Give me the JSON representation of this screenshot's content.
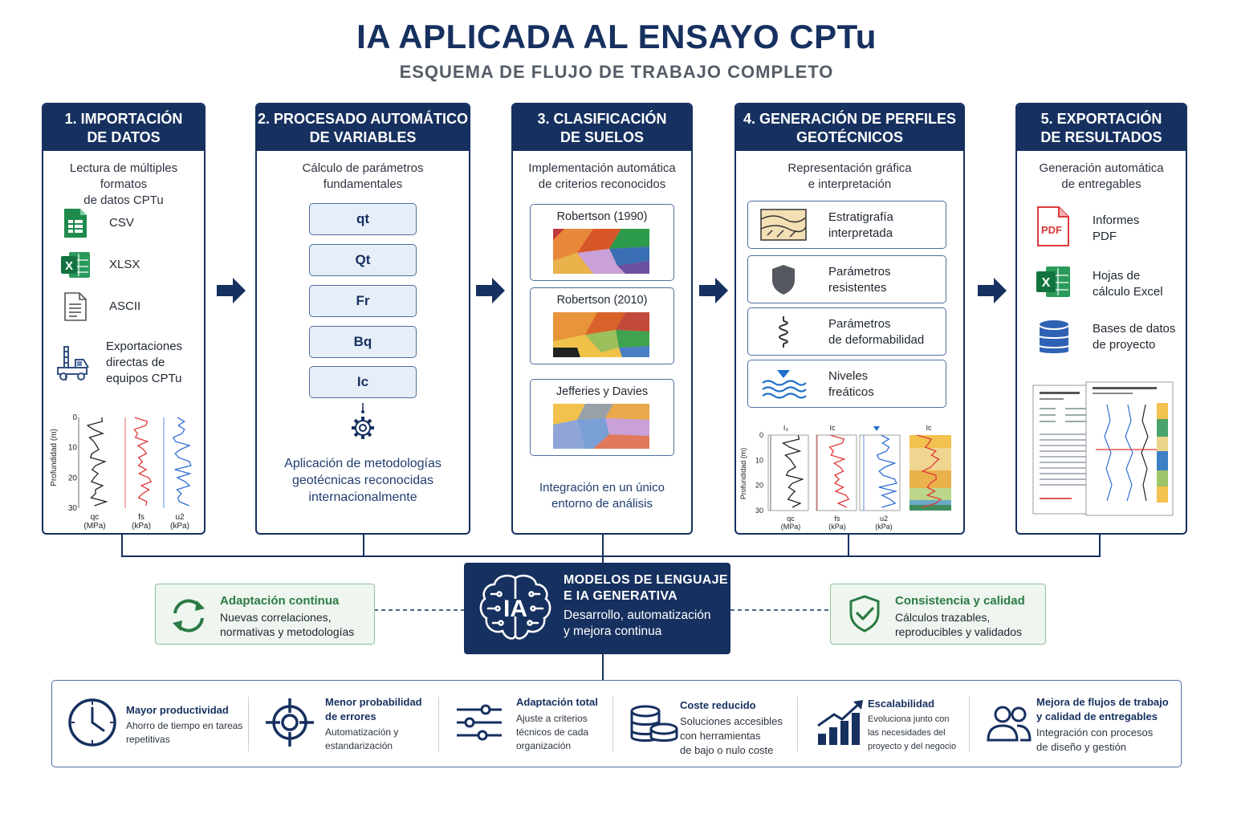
{
  "header": {
    "title": "IA APLICADA AL ENSAYO CPTu",
    "subtitle": "ESQUEMA DE FLUJO DE TRABAJO COMPLETO"
  },
  "steps": [
    {
      "title_l1": "1. IMPORTACIÓN",
      "title_l2": "DE DATOS",
      "desc_l1": "Lectura de múltiples formatos",
      "desc_l2": "de datos CPTu",
      "formats": [
        "CSV",
        "XLSX",
        "ASCII"
      ],
      "equip_l1": "Exportaciones",
      "equip_l2": "directas de",
      "equip_l3": "equipos CPTu",
      "chart": {
        "ylabel": "Profundidad (m)",
        "yticks": [
          "0",
          "10",
          "20",
          "30"
        ],
        "series": [
          {
            "name_l1": "qc",
            "name_l2": "(MPa)",
            "color": "#222222"
          },
          {
            "name_l1": "fs",
            "name_l2": "(kPa)",
            "color": "#e03a3a"
          },
          {
            "name_l1": "u2",
            "name_l2": "(kPa)",
            "color": "#2f6fd6"
          }
        ]
      }
    },
    {
      "title_l1": "2. PROCESADO AUTOMÁTICO",
      "title_l2": "DE VARIABLES",
      "desc_l1": "Cálculo de parámetros",
      "desc_l2": "fundamentales",
      "params": [
        "qt",
        "Qt",
        "Fr",
        "Bq",
        "Ic"
      ],
      "foot_l1": "Aplicación de metodologías",
      "foot_l2": "geotécnicas reconocidas",
      "foot_l3": "internacionalmente"
    },
    {
      "title_l1": "3. CLASIFICACIÓN",
      "title_l2": "DE SUELOS",
      "desc_l1": "Implementación automática",
      "desc_l2": "de criterios reconocidos",
      "criteria": [
        "Robertson (1990)",
        "Robertson (2010)",
        "Jefferies y Davies"
      ],
      "foot_l1": "Integración en un único",
      "foot_l2": "entorno de análisis"
    },
    {
      "title_l1": "4. GENERACIÓN DE PERFILES",
      "title_l2": "GEOTÉCNICOS",
      "desc_l1": "Representación gráfica",
      "desc_l2": "e interpretación",
      "items": [
        {
          "l1": "Estratigrafía",
          "l2": "interpretada",
          "icon": "strata-icon"
        },
        {
          "l1": "Parámetros",
          "l2": "resistentes",
          "icon": "shield-icon"
        },
        {
          "l1": "Parámetros",
          "l2": "de deformabilidad",
          "icon": "spring-icon"
        },
        {
          "l1": "Niveles",
          "l2": "freáticos",
          "icon": "water-level-icon"
        }
      ],
      "chart": {
        "ylabel": "Profundidad (m)",
        "yticks": [
          "0",
          "10",
          "20",
          "30"
        ],
        "top_labels": [
          "I₃",
          "Ic",
          "",
          "Ic"
        ],
        "series": [
          {
            "name_l1": "qc",
            "name_l2": "(MPa)",
            "color": "#222222"
          },
          {
            "name_l1": "fs",
            "name_l2": "(kPa)",
            "color": "#e03a3a"
          },
          {
            "name_l1": "u2",
            "name_l2": "(kPa)",
            "color": "#2f6fd6"
          }
        ]
      }
    },
    {
      "title_l1": "5. EXPORTACIÓN",
      "title_l2": "DE RESULTADOS",
      "desc_l1": "Generación automática",
      "desc_l2": "de entregables",
      "outputs": [
        {
          "l1": "Informes",
          "l2": "PDF",
          "icon": "pdf-icon",
          "badge": "PDF"
        },
        {
          "l1": "Hojas de",
          "l2": "cálculo Excel",
          "icon": "excel-icon",
          "badge": "X"
        },
        {
          "l1": "Bases de datos",
          "l2": "de proyecto",
          "icon": "database-icon"
        }
      ]
    }
  ],
  "ia": {
    "logo": "IA",
    "title_l1": "MODELOS DE LENGUAJE",
    "title_l2": "E IA GENERATIVA",
    "sub_l1": "Desarrollo, automatización",
    "sub_l2": "y mejora continua"
  },
  "left_box": {
    "title": "Adaptación continua",
    "l1": "Nuevas correlaciones,",
    "l2": "normativas y metodologías"
  },
  "right_box": {
    "title": "Consistencia y calidad",
    "l1": "Cálculos trazables,",
    "l2": "reproducibles y validados"
  },
  "benefits": [
    {
      "title_l1": "Mayor productividad",
      "title_l2": "",
      "d1": "Ahorro de tiempo en tareas",
      "d2": "repetitivas",
      "d3": "",
      "icon": "clock-icon"
    },
    {
      "title_l1": "Menor probabilidad",
      "title_l2": "de errores",
      "d1": "Automatización y",
      "d2": "estandarización",
      "d3": "",
      "icon": "target-icon"
    },
    {
      "title_l1": "Adaptación total",
      "title_l2": "",
      "d1": "Ajuste a criterios",
      "d2": "técnicos de cada",
      "d3": "organización",
      "icon": "sliders-icon"
    },
    {
      "title_l1": "Coste reducido",
      "title_l2": "",
      "d1": "Soluciones accesibles",
      "d2": "con herramientas",
      "d3": "de bajo o nulo coste",
      "icon": "coins-icon"
    },
    {
      "title_l1": "Escalabilidad",
      "title_l2": "",
      "d1": "Evoluciona junto con",
      "d2": "las necesidades del",
      "d3": "proyecto y del negocio",
      "icon": "growth-icon"
    },
    {
      "title_l1": "Mejora de flujos de trabajo",
      "title_l2": "y calidad de entregables",
      "d1": "Integración con procesos",
      "d2": "de diseño y gestión",
      "d3": "",
      "icon": "users-icon"
    }
  ],
  "colors": {
    "navy": "#16305f",
    "green": "#2b7a44",
    "green_bg": "#eef6ef",
    "param_bg": "#e6eef8"
  }
}
